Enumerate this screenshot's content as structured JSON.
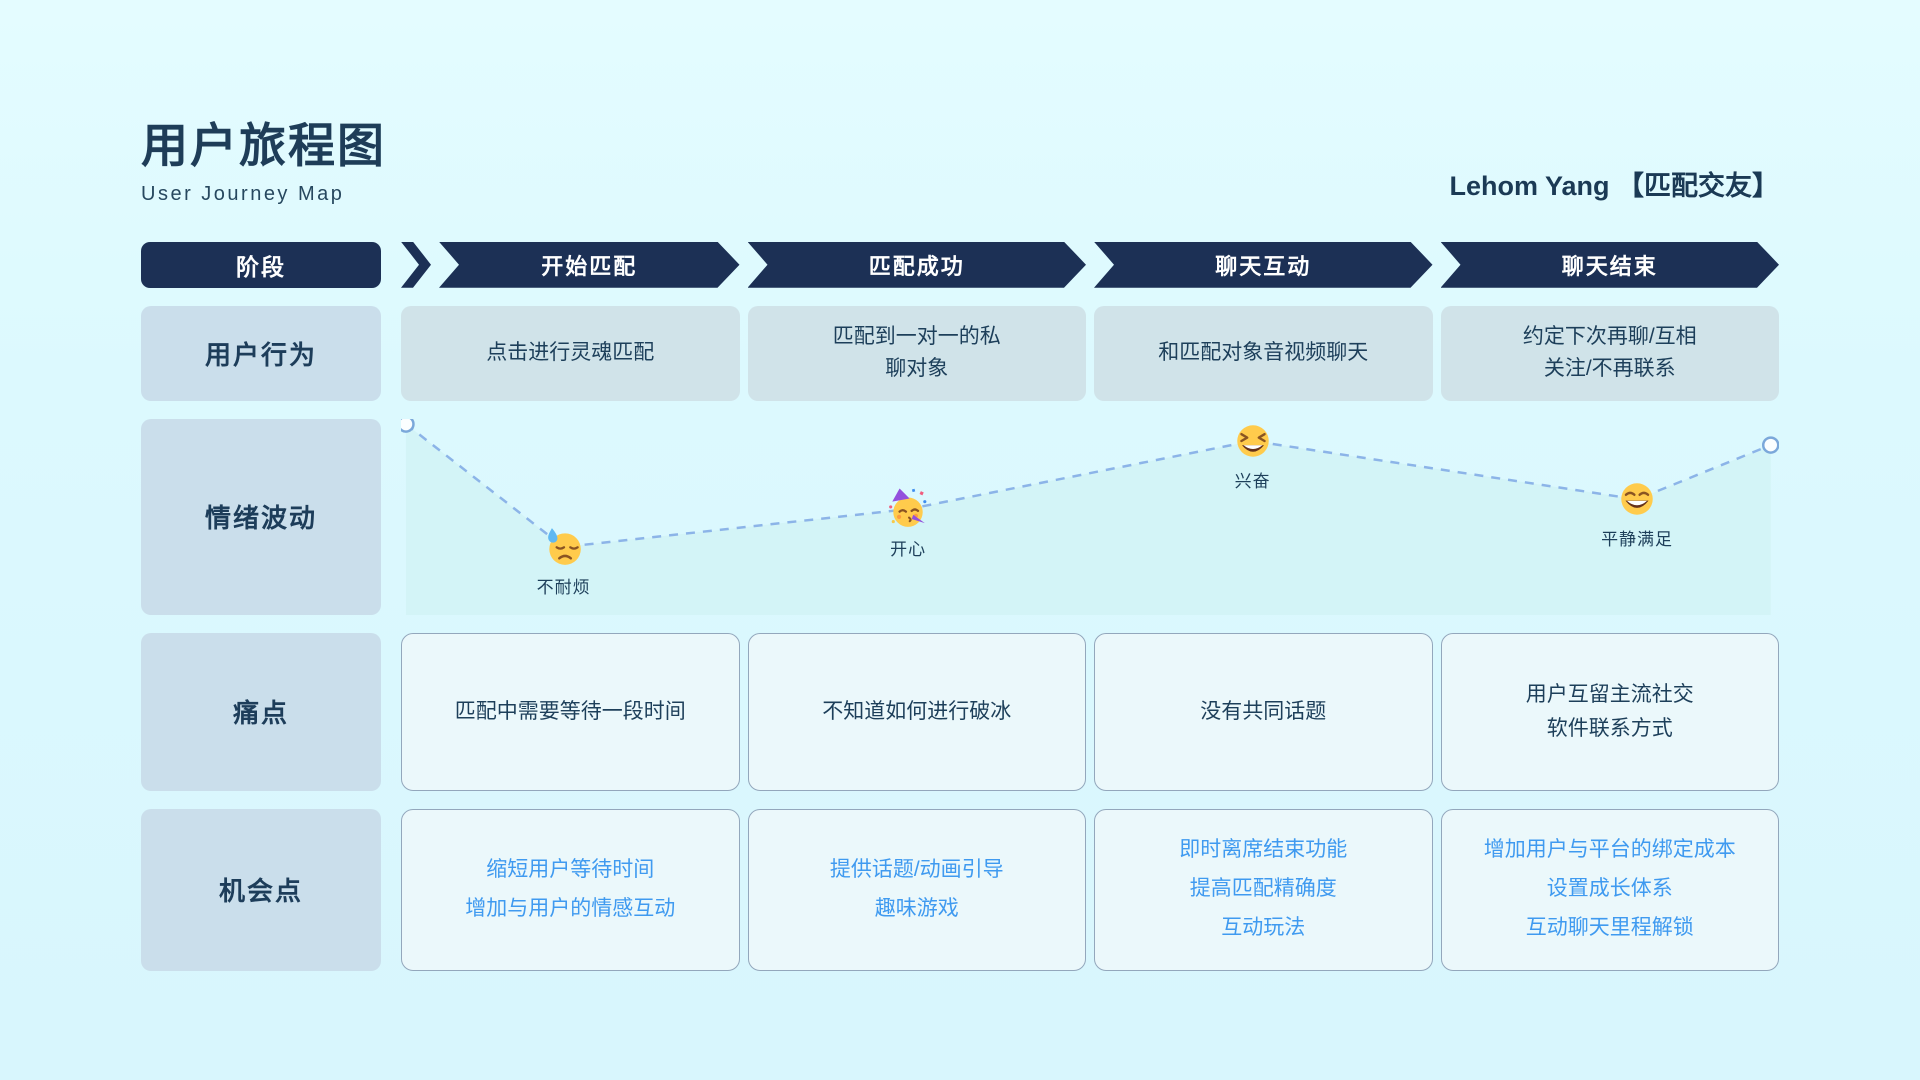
{
  "page": {
    "title": "用户旅程图",
    "subtitle": "User Journey Map",
    "author": "Lehom Yang 【匹配交友】"
  },
  "colors": {
    "background": "#dcf9fe",
    "navy": "#1c3055",
    "dark_text": "#1d3f5a",
    "row_label_bg": "#cadeeb",
    "behavior_cell_bg": "#d0e3e9",
    "outline_cell_border": "#93a7bc",
    "outline_cell_bg": "#ebf8fb",
    "opportunity_text": "#3f9af0",
    "curve_line": "#8cb4e8",
    "curve_fill": "#d3f4f7",
    "marker_stroke": "#7ba8da"
  },
  "table": {
    "stage_header_label": "阶段",
    "stages": [
      "开始匹配",
      "匹配成功",
      "聊天互动",
      "聊天结束"
    ],
    "rows": [
      {
        "id": "behavior",
        "label": "用户行为",
        "cells": [
          "点击进行灵魂匹配",
          "匹配到一对一的私\n聊对象",
          "和匹配对象音视频聊天",
          "约定下次再聊/互相\n关注/不再联系"
        ]
      },
      {
        "id": "pain",
        "label": "痛点",
        "cells": [
          "匹配中需要等待一段时间",
          "不知道如何进行破冰",
          "没有共同话题",
          "用户互留主流社交\n软件联系方式"
        ]
      },
      {
        "id": "opportunity",
        "label": "机会点",
        "cells": [
          "缩短用户等待时间\n增加与用户的情感互动",
          "提供话题/动画引导\n趣味游戏",
          "即时离席结束功能\n提高匹配精确度\n互动玩法",
          "增加用户与平台的绑定成本\n设置成长体系\n互动聊天里程解锁"
        ]
      }
    ],
    "emotion": {
      "label": "情绪波动",
      "points": [
        {
          "type": "marker",
          "x": 0.0036,
          "y": 0.026
        },
        {
          "type": "emoji",
          "emoji": "downcast-sweat-emoji",
          "label": "不耐烦",
          "x": 0.118,
          "y": 0.653
        },
        {
          "type": "emoji",
          "emoji": "partying-face-emoji",
          "label": "开心",
          "x": 0.368,
          "y": 0.46
        },
        {
          "type": "emoji",
          "emoji": "laughing-squint-emoji",
          "label": "兴奋",
          "x": 0.618,
          "y": 0.112
        },
        {
          "type": "emoji",
          "emoji": "grinning-smile-emoji",
          "label": "平静满足",
          "x": 0.897,
          "y": 0.41
        },
        {
          "type": "marker",
          "x": 0.994,
          "y": 0.133
        }
      ]
    }
  }
}
